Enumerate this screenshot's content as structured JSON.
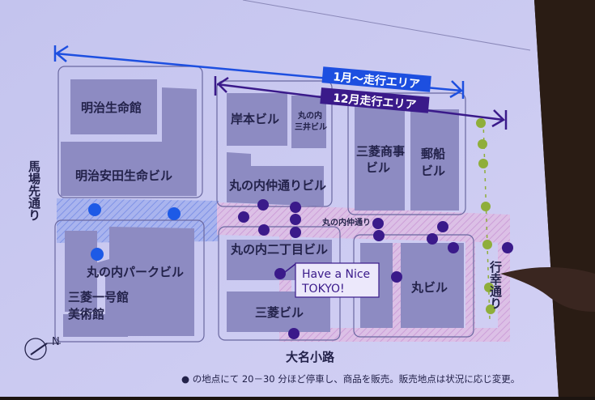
{
  "colors": {
    "screen": "#cbcaf0",
    "building": "#8d8bc2",
    "blue_route": "#1d4fe0",
    "purple_route": "#3a1a8a",
    "tree": "#8fae3a"
  },
  "routes": {
    "january_label": "1月～走行エリア",
    "december_label": "12月走行エリア"
  },
  "buildings": {
    "meiji_seimei": "明治生命館",
    "meiji_yasuda": "明治安田生命ビル",
    "kishimoto": "岸本ビル",
    "marunouchi_mitsui_1": "丸の内",
    "marunouchi_mitsui_2": "三井ビル",
    "mitsubishi_shoji_1": "三菱商事",
    "mitsubishi_shoji_2": "ビル",
    "yusen_1": "郵船",
    "yusen_2": "ビル",
    "nakadori_bldg": "丸の内仲通りビル",
    "park_bldg": "丸の内パークビル",
    "ichigokan_1": "三菱一号館",
    "ichigokan_2": "美術館",
    "nichome": "丸の内二丁目ビル",
    "mitsubishi_bldg": "三菱ビル",
    "maru_bldg": "丸ビル"
  },
  "streets": {
    "babasaki": "馬場先通り",
    "nakadori": "丸の内仲通り",
    "gyoko": "行幸通り",
    "daimyo": "大名小路"
  },
  "callout": {
    "line1": "Have a Nice",
    "line2": "TOKYO!"
  },
  "compass": {
    "north": "N"
  },
  "footnote": "● の地点にて 20－30 分ほど停車し、商品を販売。販売地点は状況に応じ変更。"
}
